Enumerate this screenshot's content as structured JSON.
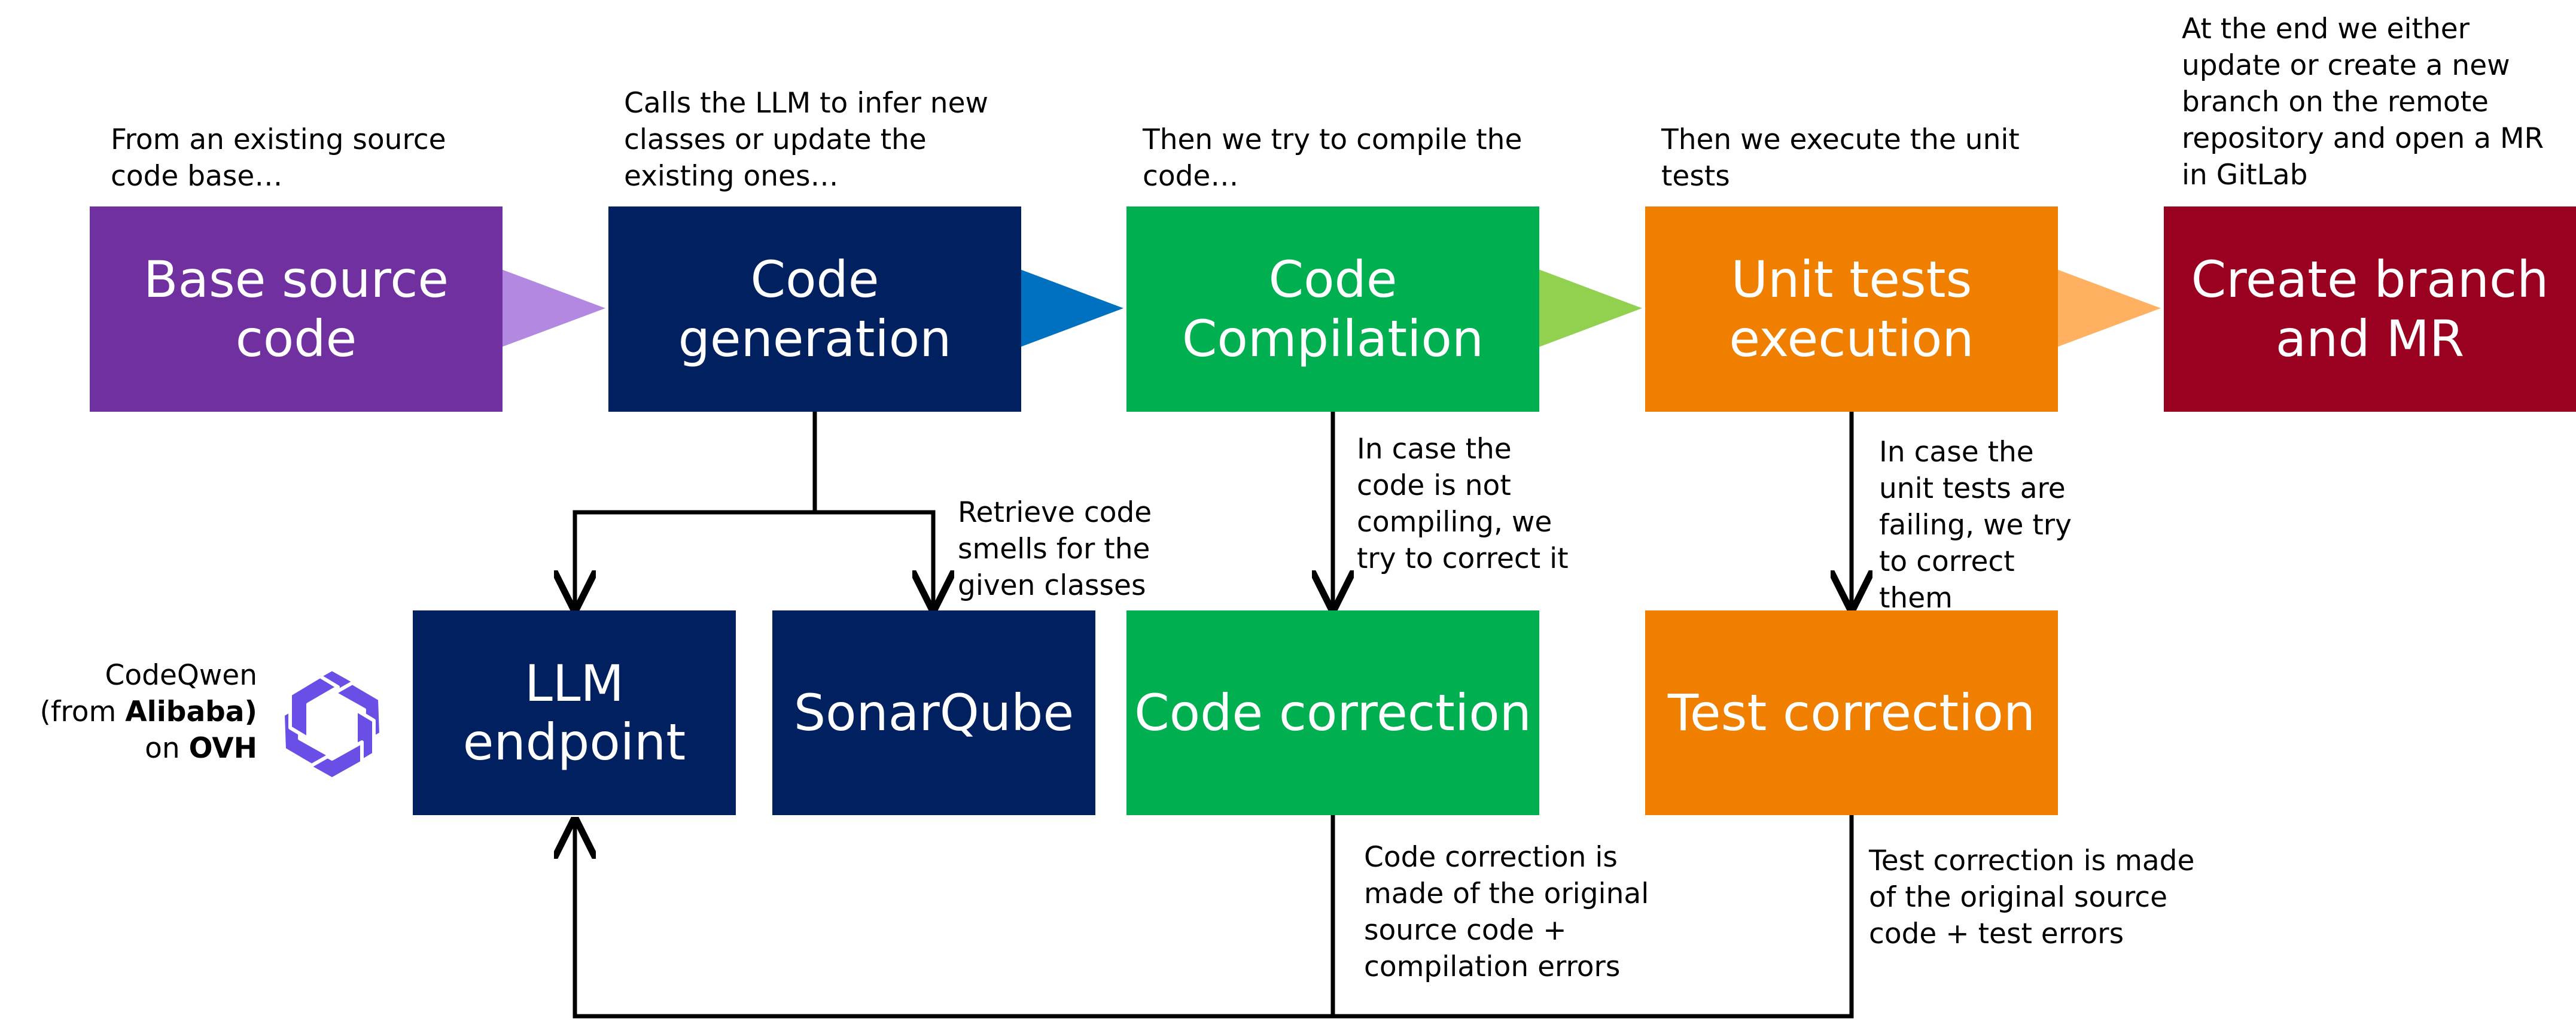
{
  "colors": {
    "base": "#7030a0",
    "generation": "#002060",
    "compilation": "#00b050",
    "tests": "#f07f00",
    "branch": "#9a0020",
    "arrow_base": "#b388e0",
    "arrow_generation": "#0070c0",
    "arrow_compilation": "#92d050",
    "arrow_tests": "#ffb060",
    "logo": "#6b4ee6"
  },
  "steps": {
    "base": {
      "label": "Base source\ncode",
      "note": "From an existing source\ncode base…"
    },
    "generation": {
      "label": "Code generation",
      "note": "Calls the LLM to infer new\nclasses or update the\nexisting ones…"
    },
    "compilation": {
      "label": "Code\nCompilation",
      "note": "Then we try to compile the\ncode…"
    },
    "tests": {
      "label": "Unit tests\nexecution",
      "note": "Then we execute the unit\ntests"
    },
    "branch": {
      "label": "Create branch\nand MR",
      "note": "At the end we either\nupdate or create a new\nbranch on the remote\nrepository and open a MR\nin GitLab"
    }
  },
  "helpers": {
    "llm": {
      "label": "LLM\nendpoint"
    },
    "sonar": {
      "label": "SonarQube",
      "note": "Retrieve code\nsmells for the\ngiven classes"
    },
    "code_correction": {
      "label": "Code correction",
      "note_top": "In case the\ncode is not\ncompiling, we\ntry to correct it",
      "note_bottom": "Code correction is\nmade of the original\nsource code +\ncompilation errors"
    },
    "test_correction": {
      "label": "Test correction",
      "note_top": "In case the\nunit tests are\nfailing, we try\nto correct\nthem",
      "note_bottom": "Test correction is made\nof the original source\ncode + test errors"
    }
  },
  "model": {
    "name": "CodeQwen",
    "from_prefix": "(from ",
    "vendor": "Alibaba)",
    "on_prefix": "on ",
    "host": "OVH",
    "logo_icon": "qwen-logo-icon"
  }
}
